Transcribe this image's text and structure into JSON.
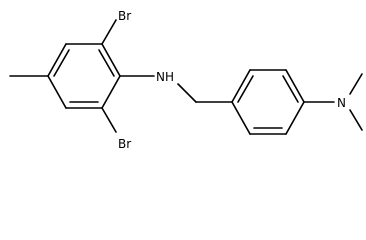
{
  "molecule": {
    "atom_labels": {
      "bromine_top": "Br",
      "bromine_bottom": "Br",
      "amine": "NH",
      "dimethylamino": "N"
    }
  }
}
